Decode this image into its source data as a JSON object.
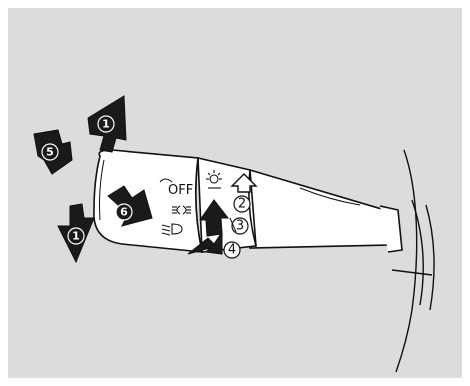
{
  "switch_labels": {
    "off": "OFF"
  },
  "icons": [
    "parking-light-icon",
    "low-beam-icon",
    "high-beam-indicator-icon"
  ],
  "markers": {
    "m1_top": "1",
    "m1_bottom": "1",
    "m5": "5",
    "m6": "6"
  },
  "circled_numbers": {
    "n2": "2",
    "n3": "3",
    "n4": "4"
  },
  "colors": {
    "background": "#dcdcdc",
    "ink": "#111111"
  }
}
